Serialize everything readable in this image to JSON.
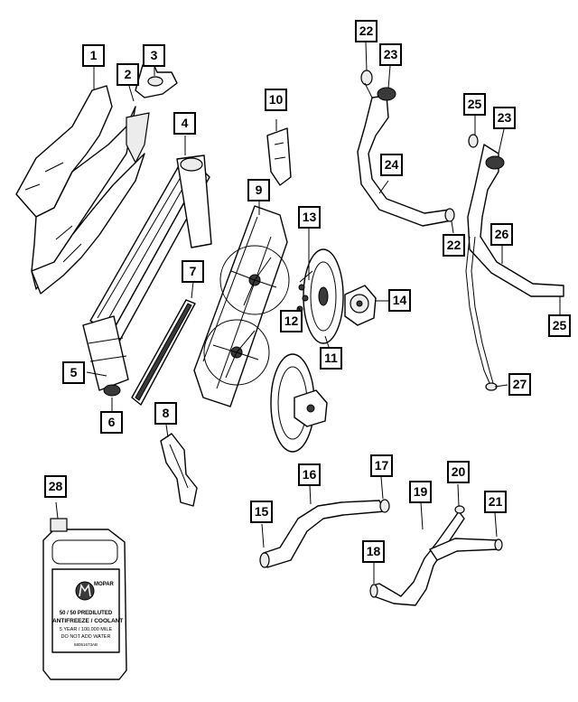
{
  "callouts": [
    "1",
    "2",
    "3",
    "4",
    "5",
    "6",
    "7",
    "8",
    "9",
    "10",
    "11",
    "12",
    "13",
    "14",
    "15",
    "16",
    "17",
    "18",
    "19",
    "20",
    "21",
    "22",
    "22",
    "23",
    "23",
    "24",
    "25",
    "25",
    "26",
    "27",
    "28"
  ],
  "jug_label": {
    "brand": "MOPAR",
    "line1": "50 / 50 PREDILUTED",
    "line2": "ANTIFREEZE / COOLANT",
    "line3": "5 YEAR / 100,000 MILE",
    "line4": "DO NOT ADD WATER",
    "line5": "68051673AB"
  }
}
